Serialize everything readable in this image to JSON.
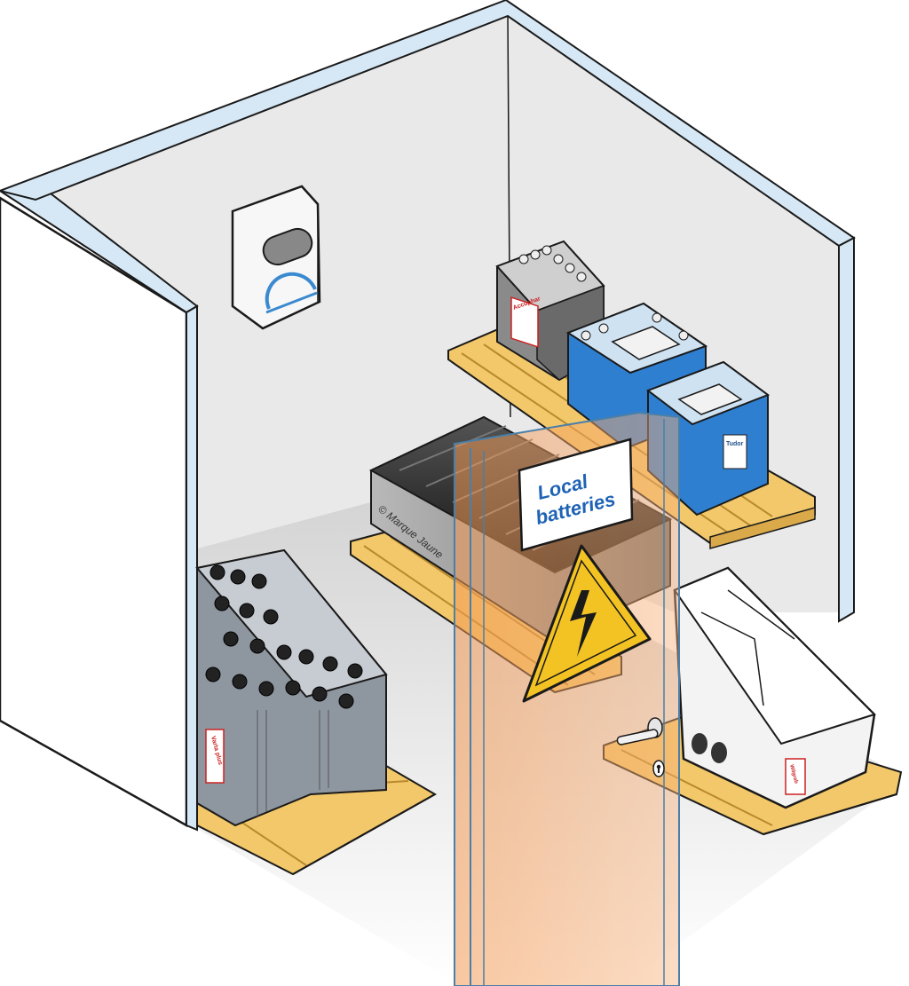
{
  "sign": {
    "line1": "Local",
    "line2": "batteries"
  },
  "copyright": "© Marque Jaune",
  "battery_brands": {
    "gray_car_battery": "Accuphar",
    "blue_car_battery": "Tudor",
    "traction_cells": "Varta plus",
    "white_battery": "Wilgrab"
  },
  "colors": {
    "wall_frame": "#4a7fa8",
    "wall_face": "#e8e8e8",
    "door_tint": "#f5a66a",
    "pallet": "#f0c66a",
    "blue_battery": "#2f7fd0",
    "warning_yellow": "#f3c324",
    "sign_text": "#1e63b5"
  },
  "icons": [
    "lightning-warning-icon",
    "wall-charger-icon",
    "door-handle-icon",
    "keyhole-icon"
  ]
}
